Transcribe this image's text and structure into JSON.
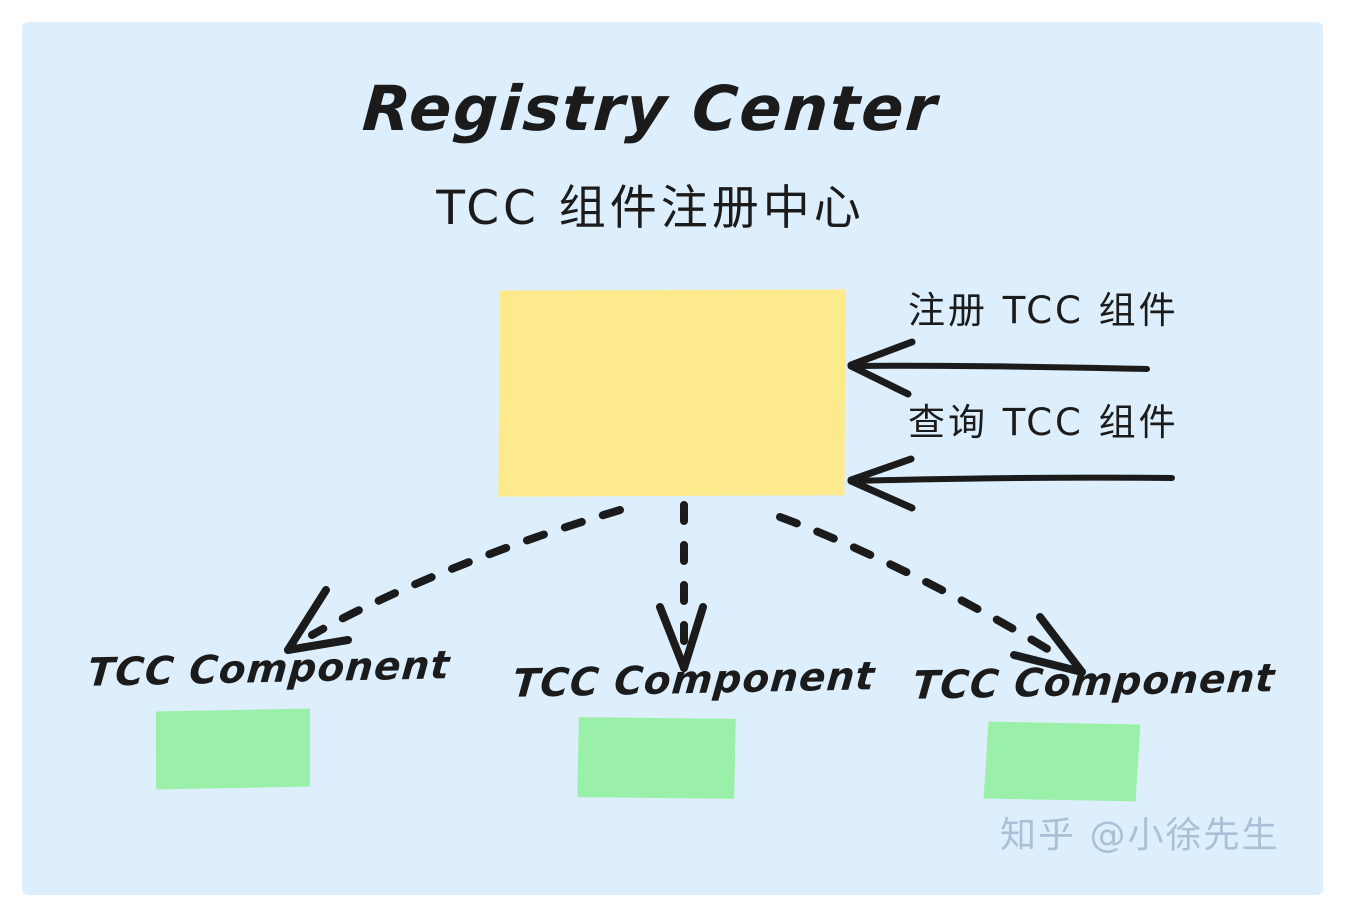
{
  "canvas": {
    "background_color": "#ddeffc",
    "page_background_color": "#ffffff"
  },
  "title": {
    "english": "Registry Center",
    "chinese": "TCC 组件注册中心"
  },
  "registry_node": {
    "label": "",
    "fill_color": "#fcea8c"
  },
  "arrows": {
    "incoming": [
      {
        "label": "注册 TCC 组件",
        "direction": "left",
        "style": "solid"
      },
      {
        "label": "查询 TCC 组件",
        "direction": "left",
        "style": "solid"
      }
    ],
    "outgoing_style": "dashed",
    "outgoing_count": 3,
    "stroke_color": "#1b1b1b"
  },
  "components": [
    {
      "label": "TCC Component",
      "fill_color": "#9af0a8"
    },
    {
      "label": "TCC Component",
      "fill_color": "#9af0a8"
    },
    {
      "label": "TCC Component",
      "fill_color": "#9af0a8"
    }
  ],
  "watermark": {
    "text": "知乎 @小徐先生",
    "color": "#a9c0d6"
  },
  "chart_data": {
    "type": "diagram",
    "title": "Registry Center / TCC 组件注册中心",
    "nodes": [
      {
        "id": "registry",
        "label": "Registry Center",
        "shape": "rect",
        "color": "#fcea8c"
      },
      {
        "id": "component-1",
        "label": "TCC Component",
        "shape": "rect",
        "color": "#9af0a8"
      },
      {
        "id": "component-2",
        "label": "TCC Component",
        "shape": "rect",
        "color": "#9af0a8"
      },
      {
        "id": "component-3",
        "label": "TCC Component",
        "shape": "rect",
        "color": "#9af0a8"
      }
    ],
    "edges": [
      {
        "from": "external",
        "to": "registry",
        "label": "注册 TCC 组件",
        "style": "solid"
      },
      {
        "from": "external",
        "to": "registry",
        "label": "查询 TCC 组件",
        "style": "solid"
      },
      {
        "from": "registry",
        "to": "component-1",
        "label": "",
        "style": "dashed"
      },
      {
        "from": "registry",
        "to": "component-2",
        "label": "",
        "style": "dashed"
      },
      {
        "from": "registry",
        "to": "component-3",
        "label": "",
        "style": "dashed"
      }
    ]
  }
}
